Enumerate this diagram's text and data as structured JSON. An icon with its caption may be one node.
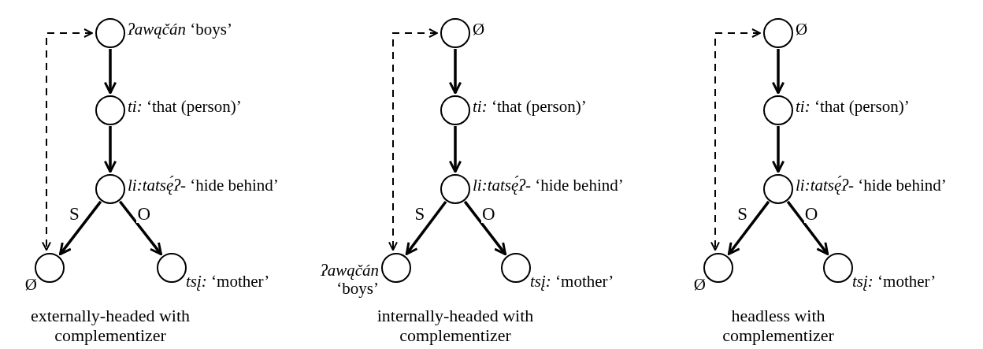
{
  "diagram": {
    "nodes": [
      {
        "text": [],
        "shape": "circle",
        "beside": [
          "*ʔawąčán* ‘boys’"
        ]
      },
      {
        "text": [],
        "shape": "circle",
        "beside": [
          "*ti:* ‘that (person)’"
        ]
      },
      {
        "text": [],
        "shape": "circle",
        "beside": [
          "*li:tatsę́ʔ-* ‘hide behind’"
        ]
      },
      {
        "text": [],
        "shape": "circle",
        "beside": [
          "Ø"
        ]
      },
      {
        "text": [],
        "shape": "circle",
        "beside": [
          "*tsį:* ‘mother’"
        ]
      },
      {
        "text": [],
        "shape": "circle",
        "beside": [
          "Ø"
        ]
      },
      {
        "text": [],
        "shape": "circle",
        "beside": [
          "*ti:* ‘that (person)’"
        ]
      },
      {
        "text": [],
        "shape": "circle",
        "beside": [
          "*li:tatsę́ʔ-* ‘hide behind’"
        ]
      },
      {
        "text": [],
        "shape": "circle",
        "beside": [
          "*ʔawąčán* ‘boys’"
        ]
      },
      {
        "text": [],
        "shape": "circle",
        "beside": [
          "*tsį:* ‘mother’"
        ]
      },
      {
        "text": [],
        "shape": "circle",
        "beside": [
          "Ø"
        ]
      },
      {
        "text": [],
        "shape": "circle",
        "beside": [
          "*ti:* ‘that (person)’"
        ]
      },
      {
        "text": [],
        "shape": "circle",
        "beside": [
          "*li:tatsę́ʔ-* ‘hide behind’"
        ]
      },
      {
        "text": [],
        "shape": "circle",
        "beside": [
          "Ø"
        ]
      },
      {
        "text": [],
        "shape": "circle",
        "beside": [
          "*tsį:* ‘mother’"
        ]
      }
    ],
    "edges": [
      {
        "from": 0,
        "to": 1,
        "arrow": "to"
      },
      {
        "from": 1,
        "to": 2,
        "arrow": "to"
      },
      {
        "from": 2,
        "to": 3,
        "arrow": "to",
        "label": "S"
      },
      {
        "from": 2,
        "to": 4,
        "arrow": "to",
        "label": "O"
      },
      {
        "from": 0,
        "to": 3,
        "arrow": "both",
        "style": "dashed"
      },
      {
        "from": 5,
        "to": 6,
        "arrow": "to"
      },
      {
        "from": 6,
        "to": 7,
        "arrow": "to"
      },
      {
        "from": 7,
        "to": 8,
        "arrow": "to",
        "label": "S"
      },
      {
        "from": 7,
        "to": 9,
        "arrow": "to",
        "label": "O"
      },
      {
        "from": 5,
        "to": 8,
        "arrow": "both",
        "style": "dashed"
      },
      {
        "from": 10,
        "to": 11,
        "arrow": "to"
      },
      {
        "from": 11,
        "to": 12,
        "arrow": "to"
      },
      {
        "from": 12,
        "to": 13,
        "arrow": "to",
        "label": "S"
      },
      {
        "from": 12,
        "to": 14,
        "arrow": "to",
        "label": "O"
      },
      {
        "from": 10,
        "to": 13,
        "arrow": "both",
        "style": "dashed"
      }
    ],
    "labels": [
      "externally-headed with complementizer",
      "internally-headed with complementizer",
      "headless with complementizer"
    ]
  }
}
